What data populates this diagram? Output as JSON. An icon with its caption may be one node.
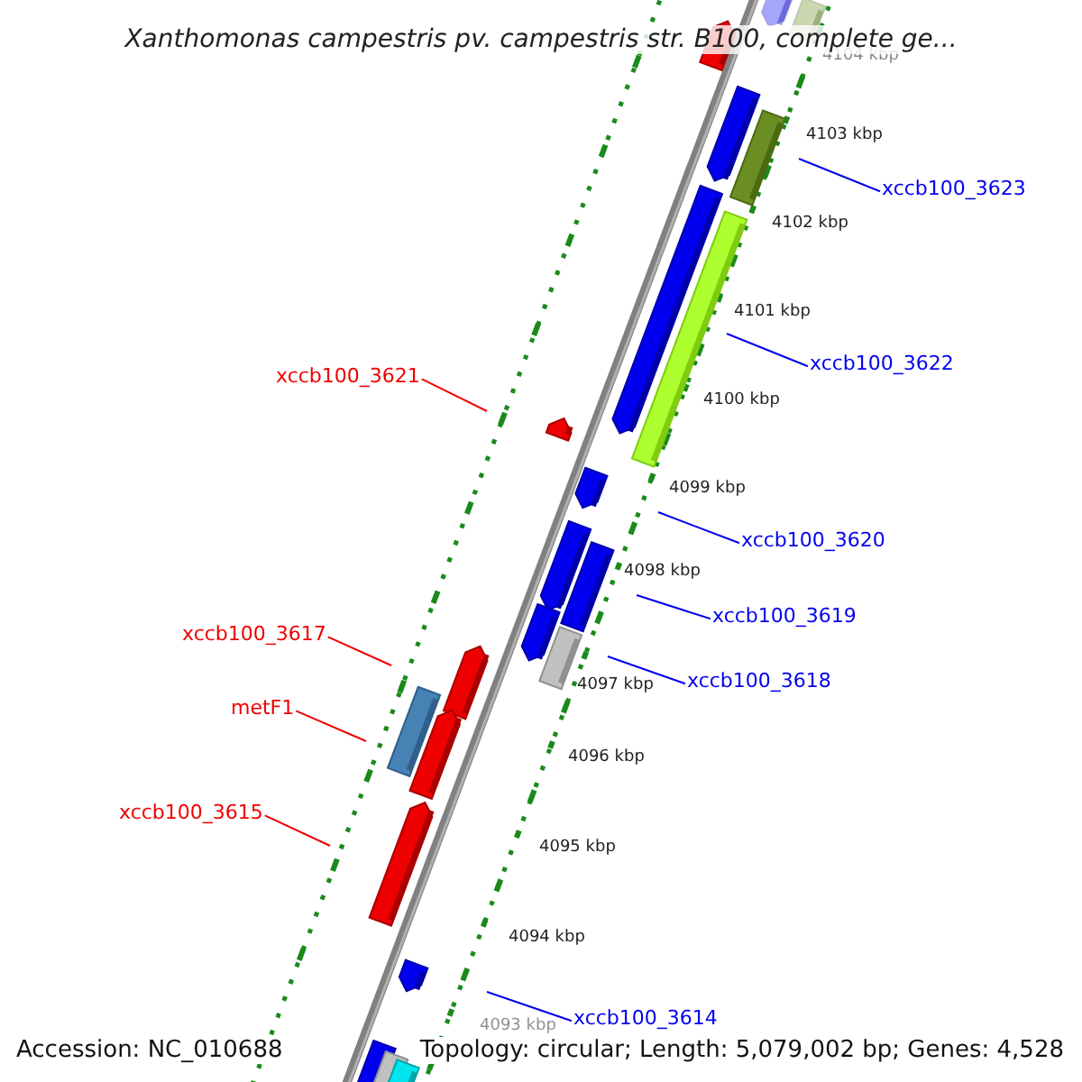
{
  "diagram": {
    "title": "Xanthomonas campestris pv. campestris str. B100, complete ge...",
    "nodes": [
      {
        "text": [
          "xccb100_3623"
        ]
      },
      {
        "text": [
          "xccb100_3622"
        ]
      },
      {
        "text": [
          "xccb100_3621"
        ]
      },
      {
        "text": [
          "xccb100_3620"
        ]
      },
      {
        "text": [
          "xccb100_3619"
        ]
      },
      {
        "text": [
          "xccb100_3618"
        ]
      },
      {
        "text": [
          "xccb100_3617"
        ]
      },
      {
        "text": [
          "metF1"
        ]
      },
      {
        "text": [
          "xccb100_3615"
        ]
      },
      {
        "text": [
          "xccb100_3614"
        ]
      }
    ],
    "edges": [
      {
        "from": 0,
        "to": null,
        "arrow": "none"
      },
      {
        "from": 1,
        "to": null,
        "arrow": "none"
      },
      {
        "from": 2,
        "to": null,
        "arrow": "none",
        "color": "#ee0000"
      },
      {
        "from": 3,
        "to": null,
        "arrow": "none"
      },
      {
        "from": 4,
        "to": null,
        "arrow": "none"
      },
      {
        "from": 5,
        "to": null,
        "arrow": "none"
      },
      {
        "from": 6,
        "to": null,
        "arrow": "none",
        "color": "#ee0000"
      },
      {
        "from": 7,
        "to": null,
        "arrow": "none",
        "color": "#ee0000"
      },
      {
        "from": 8,
        "to": null,
        "arrow": "none",
        "color": "#ee0000"
      },
      {
        "from": 9,
        "to": null,
        "arrow": "none"
      }
    ],
    "labels": [
      "4104 kbp",
      "4103 kbp",
      "4102 kbp",
      "4101 kbp",
      "4100 kbp",
      "4099 kbp",
      "4098 kbp",
      "4097 kbp",
      "4096 kbp",
      "4095 kbp",
      "4094 kbp",
      "4093 kbp",
      "Accession: NC_010688",
      "Topology: circular; Length: 5,079,002 bp; Genes: 4,528"
    ]
  }
}
